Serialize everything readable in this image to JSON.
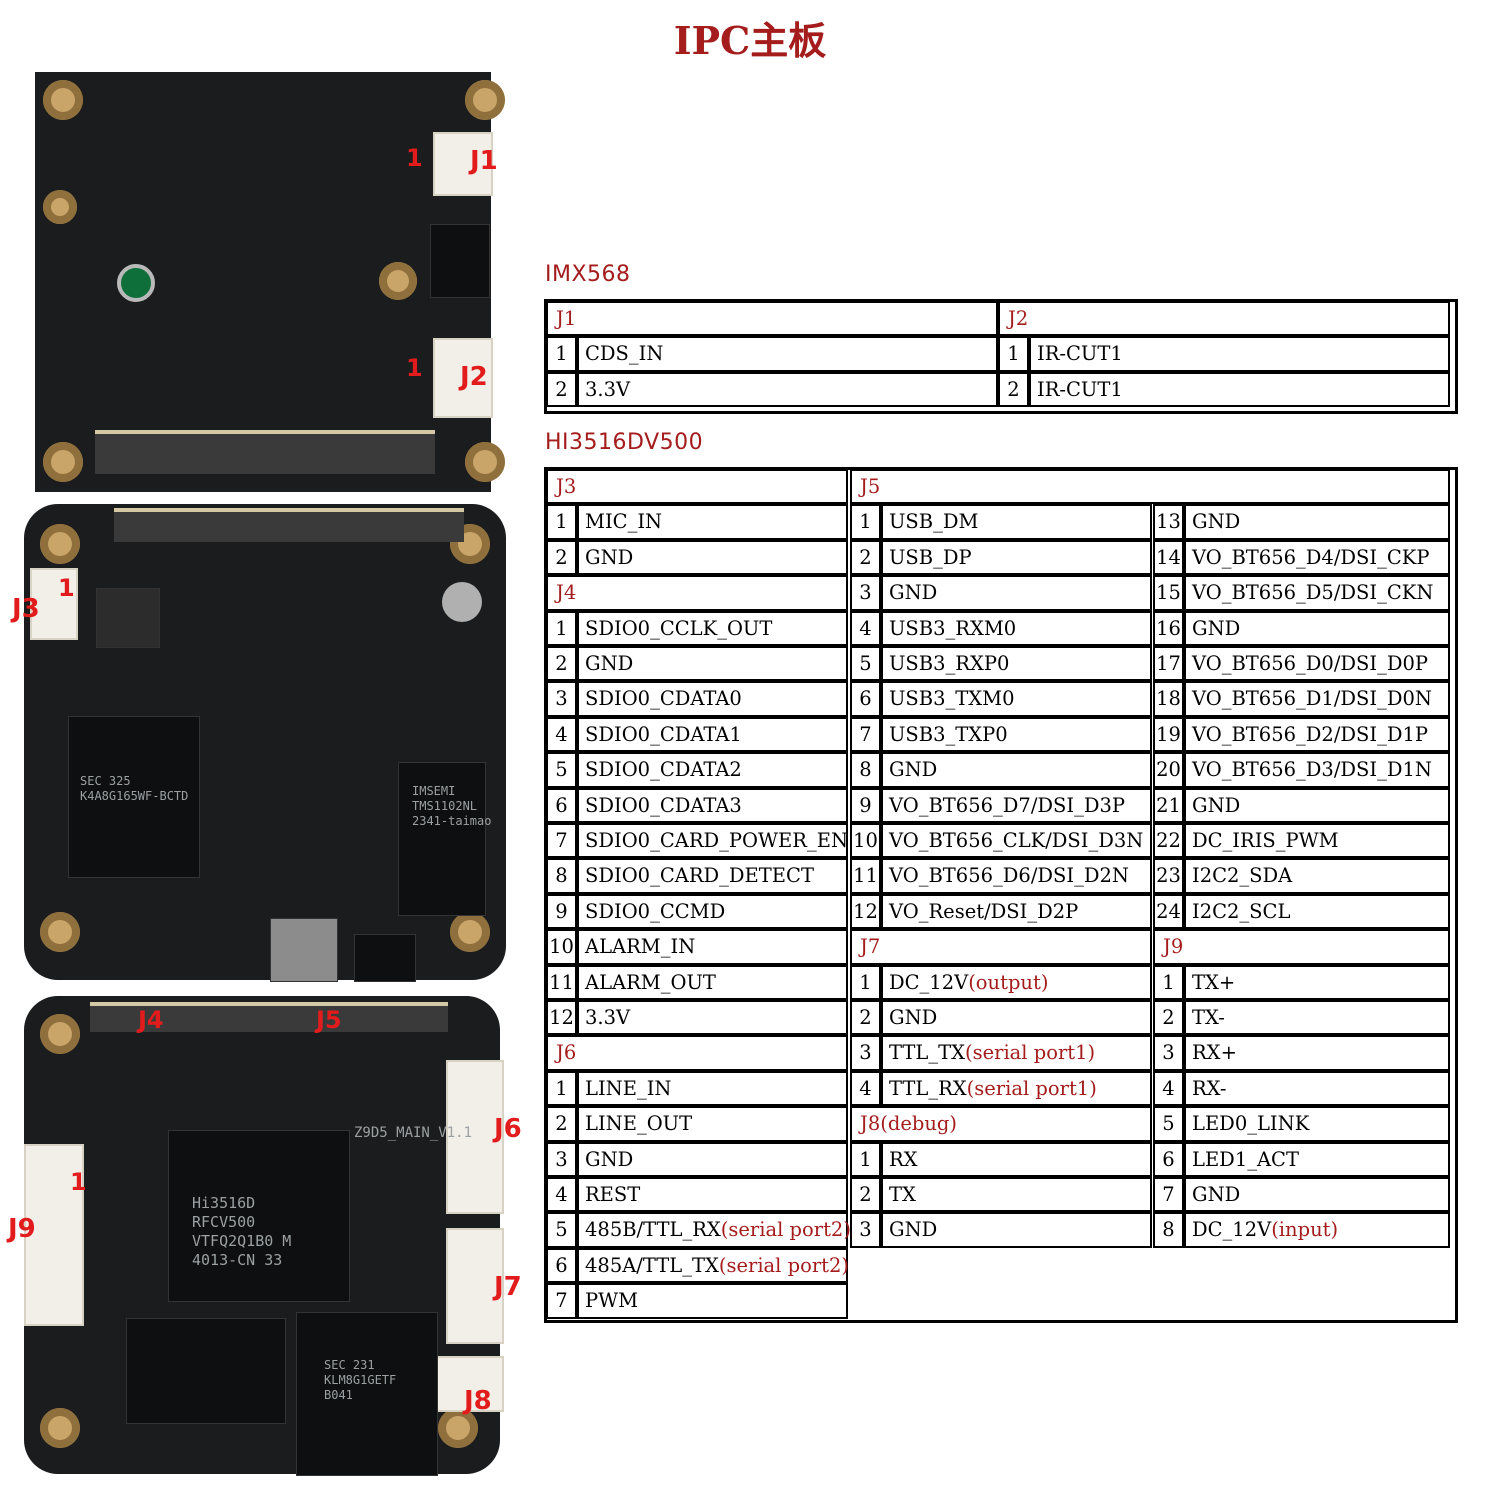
{
  "title": "IPC主板",
  "board_labels": {
    "top": {
      "j1": "J1",
      "j2": "J2",
      "pin1a": "1",
      "pin1b": "1"
    },
    "middle": {
      "j3": "J3",
      "pin1": "1",
      "chip1": "IMSEMI\nTMS1102NL\n2341-taimao",
      "chip2": "SEC 325\nK4A8G165WF-BCTD"
    },
    "bottom": {
      "j4": "J4",
      "j5": "J5",
      "j6": "J6",
      "j7": "J7",
      "j8": "J8",
      "j9": "J9",
      "pin1": "1",
      "soc": "Hi3516D\nRFCV500\nVTFQ2Q1B0 M\n4013-CN 33",
      "emmc": "SEC 231\nKLM8G1GETF\nB041",
      "pcb": "Z9D5_MAIN_V1.1"
    }
  },
  "sections": {
    "imx": "IMX568",
    "hi": "HI3516DV500"
  },
  "imx": {
    "j1": {
      "header": "J1",
      "pins": [
        [
          "1",
          "CDS_IN"
        ],
        [
          "2",
          "3.3V"
        ]
      ]
    },
    "j2": {
      "header": "J2",
      "pins": [
        [
          "1",
          "IR-CUT1"
        ],
        [
          "2",
          "IR-CUT1"
        ]
      ]
    }
  },
  "hi": {
    "j3": {
      "header": "J3",
      "pins": [
        [
          "1",
          "MIC_IN"
        ],
        [
          "2",
          "GND"
        ]
      ]
    },
    "j4": {
      "header": "J4",
      "pins": [
        [
          "1",
          "SDIO0_CCLK_OUT"
        ],
        [
          "2",
          "GND"
        ],
        [
          "3",
          "SDIO0_CDATA0"
        ],
        [
          "4",
          "SDIO0_CDATA1"
        ],
        [
          "5",
          "SDIO0_CDATA2"
        ],
        [
          "6",
          "SDIO0_CDATA3"
        ],
        [
          "7",
          "SDIO0_CARD_POWER_EN"
        ],
        [
          "8",
          "SDIO0_CARD_DETECT"
        ],
        [
          "9",
          "SDIO0_CCMD"
        ],
        [
          "10",
          "ALARM_IN"
        ],
        [
          "11",
          "ALARM_OUT"
        ],
        [
          "12",
          "3.3V"
        ]
      ]
    },
    "j6": {
      "header": "J6",
      "pins": [
        [
          "1",
          "LINE_IN",
          ""
        ],
        [
          "2",
          "LINE_OUT",
          ""
        ],
        [
          "3",
          "GND",
          ""
        ],
        [
          "4",
          "REST",
          ""
        ],
        [
          "5",
          "485B/TTL_RX",
          "(serial port2)"
        ],
        [
          "6",
          "485A/TTL_TX",
          "(serial port2)"
        ],
        [
          "7",
          "PWM",
          ""
        ]
      ]
    },
    "j5": {
      "header": "J5",
      "left": [
        [
          "1",
          "USB_DM"
        ],
        [
          "2",
          "USB_DP"
        ],
        [
          "3",
          "GND"
        ],
        [
          "4",
          "USB3_RXM0"
        ],
        [
          "5",
          "USB3_RXP0"
        ],
        [
          "6",
          "USB3_TXM0"
        ],
        [
          "7",
          "USB3_TXP0"
        ],
        [
          "8",
          "GND"
        ],
        [
          "9",
          "VO_BT656_D7/DSI_D3P"
        ],
        [
          "10",
          "VO_BT656_CLK/DSI_D3N"
        ],
        [
          "11",
          "VO_BT656_D6/DSI_D2N"
        ],
        [
          "12",
          "VO_Reset/DSI_D2P"
        ]
      ],
      "right": [
        [
          "13",
          "GND"
        ],
        [
          "14",
          "VO_BT656_D4/DSI_CKP"
        ],
        [
          "15",
          "VO_BT656_D5/DSI_CKN"
        ],
        [
          "16",
          "GND"
        ],
        [
          "17",
          "VO_BT656_D0/DSI_D0P"
        ],
        [
          "18",
          "VO_BT656_D1/DSI_D0N"
        ],
        [
          "19",
          "VO_BT656_D2/DSI_D1P"
        ],
        [
          "20",
          "VO_BT656_D3/DSI_D1N"
        ],
        [
          "21",
          "GND"
        ],
        [
          "22",
          "DC_IRIS_PWM"
        ],
        [
          "23",
          "I2C2_SDA"
        ],
        [
          "24",
          "I2C2_SCL"
        ]
      ]
    },
    "j7": {
      "header": "J7",
      "pins": [
        [
          "1",
          "DC_12V",
          "(output)"
        ],
        [
          "2",
          "GND",
          ""
        ],
        [
          "3",
          "TTL_TX",
          "(serial port1)"
        ],
        [
          "4",
          "TTL_RX",
          "(serial port1)"
        ]
      ]
    },
    "j8": {
      "header": "J8",
      "header_note": "(debug)",
      "pins": [
        [
          "1",
          "RX"
        ],
        [
          "2",
          "TX"
        ],
        [
          "3",
          "GND"
        ]
      ]
    },
    "j9": {
      "header": "J9",
      "pins": [
        [
          "1",
          "TX+",
          ""
        ],
        [
          "2",
          "TX-",
          ""
        ],
        [
          "3",
          "RX+",
          ""
        ],
        [
          "4",
          "RX-",
          ""
        ],
        [
          "5",
          "LED0_LINK",
          ""
        ],
        [
          "6",
          "LED1_ACT",
          ""
        ],
        [
          "7",
          "GND",
          ""
        ],
        [
          "8",
          "DC_12V",
          "(input)"
        ]
      ]
    }
  }
}
